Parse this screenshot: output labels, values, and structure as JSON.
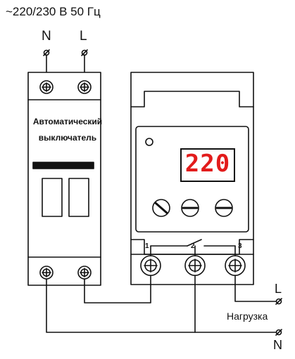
{
  "supply_label": "~220/230 В 50 Гц",
  "input_terminals": {
    "neutral": "N",
    "line": "L"
  },
  "breaker": {
    "line1": "Автоматический",
    "line2": "выключатель"
  },
  "relay": {
    "display_value": "220",
    "display_color": "#e21b1b",
    "terminals": [
      "1",
      "2",
      "3"
    ]
  },
  "outputs": {
    "line": "L",
    "neutral": "N",
    "load_label": "Нагрузка"
  }
}
